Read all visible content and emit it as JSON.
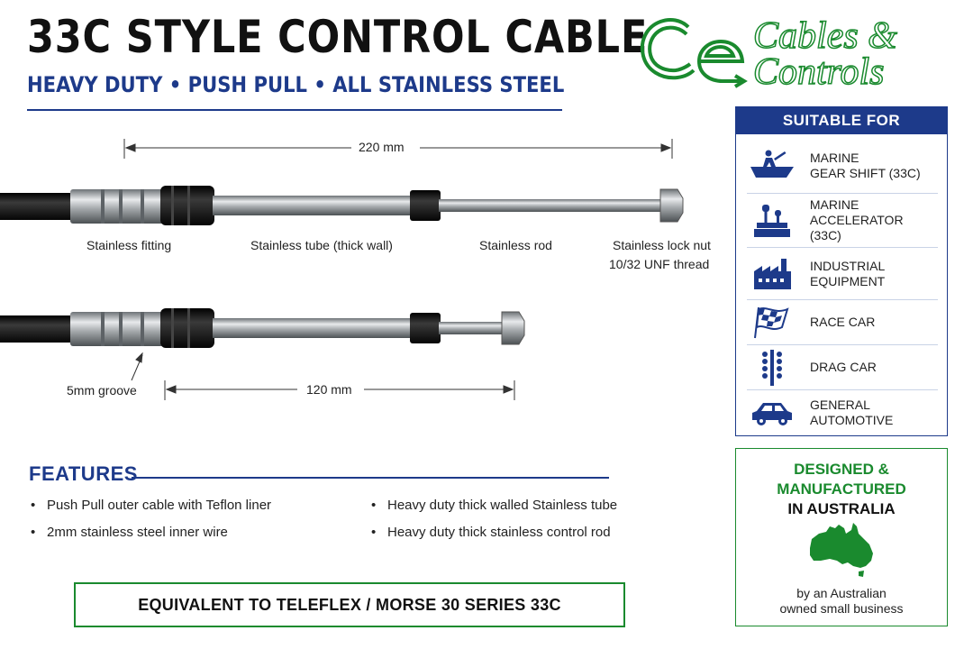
{
  "header": {
    "title": "33C STYLE CONTROL CABLE",
    "subtitle": "HEAVY DUTY • PUSH PULL • ALL STAINLESS STEEL"
  },
  "logo": {
    "monogram": "CE",
    "line1": "Cables &",
    "line2": "Controls",
    "icon": "ce-monogram-logo"
  },
  "diagram": {
    "cable_long": {
      "dimension": "220 mm",
      "labels": {
        "fitting": "Stainless fitting",
        "tube": "Stainless tube (thick wall)",
        "rod": "Stainless rod",
        "nut_line1": "Stainless lock nut",
        "nut_line2": "10/32 UNF thread"
      }
    },
    "cable_short": {
      "dimension": "120 mm",
      "groove_label": "5mm groove"
    }
  },
  "suitable_for": {
    "heading": "SUITABLE FOR",
    "items": [
      {
        "label": "MARINE\nGEAR SHIFT (33C)",
        "icon": "boat-icon"
      },
      {
        "label": "MARINE\nACCELERATOR (33C)",
        "icon": "throttle-lever-icon"
      },
      {
        "label": "INDUSTRIAL\nEQUIPMENT",
        "icon": "factory-icon"
      },
      {
        "label": "RACE CAR",
        "icon": "checkered-flag-icon"
      },
      {
        "label": "DRAG CAR",
        "icon": "drag-tree-icon"
      },
      {
        "label": "GENERAL\nAUTOMOTIVE",
        "icon": "car-icon"
      }
    ]
  },
  "made_in": {
    "line1": "DESIGNED &\nMANUFACTURED",
    "line2": "IN AUSTRALIA",
    "footer": "by an Australian\nowned small business",
    "icon": "australia-map-icon"
  },
  "features": {
    "heading": "FEATURES",
    "items": [
      "Push Pull outer cable with Teflon liner",
      "2mm stainless steel inner wire",
      "Heavy duty thick walled Stainless tube",
      "Heavy duty thick stainless control rod"
    ]
  },
  "equivalent": "EQUIVALENT TO TELEFLEX / MORSE 30 SERIES 33C",
  "colors": {
    "navy": "#1d3a8a",
    "green": "#1a8a2e",
    "steel": "#a9adb1",
    "cable_black": "#161616"
  }
}
